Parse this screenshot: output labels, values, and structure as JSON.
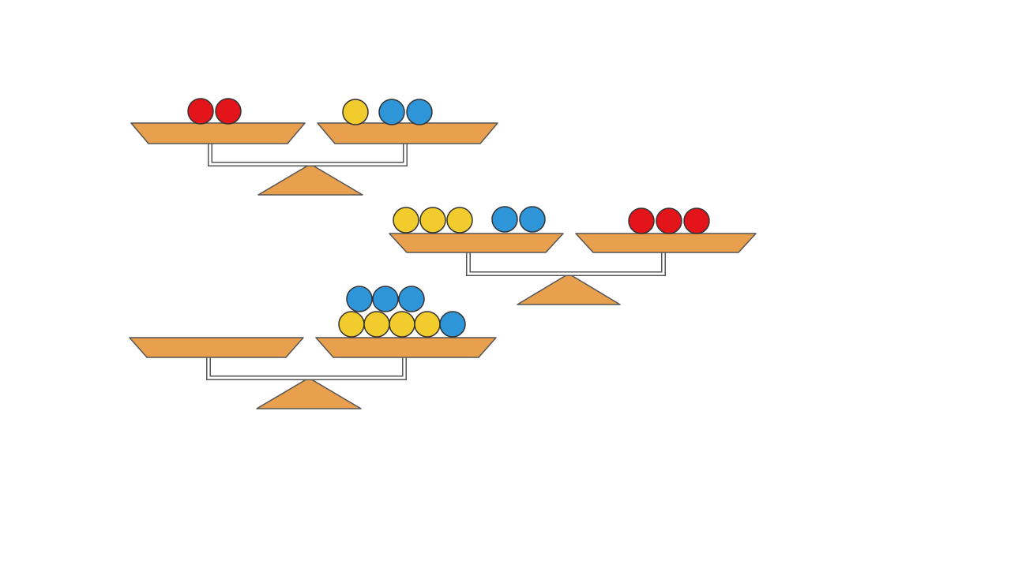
{
  "colors": {
    "wood": "#E8A04F",
    "outline": "#555555",
    "red": "#E3151A",
    "yellow": "#F2CB2C",
    "blue": "#2E96D8",
    "background": "#FFFFFF"
  },
  "scales": [
    {
      "name": "balance-scale-1",
      "left_pan": [
        "red",
        "red"
      ],
      "right_pan": [
        "yellow",
        "blue",
        "blue"
      ]
    },
    {
      "name": "balance-scale-2",
      "left_pan": [
        "yellow",
        "yellow",
        "yellow",
        "blue",
        "blue"
      ],
      "right_pan": [
        "red",
        "red",
        "red"
      ]
    },
    {
      "name": "balance-scale-3",
      "left_pan": [],
      "right_pan": [
        "yellow",
        "yellow",
        "yellow",
        "yellow",
        "blue",
        "blue",
        "blue",
        "blue"
      ]
    }
  ]
}
